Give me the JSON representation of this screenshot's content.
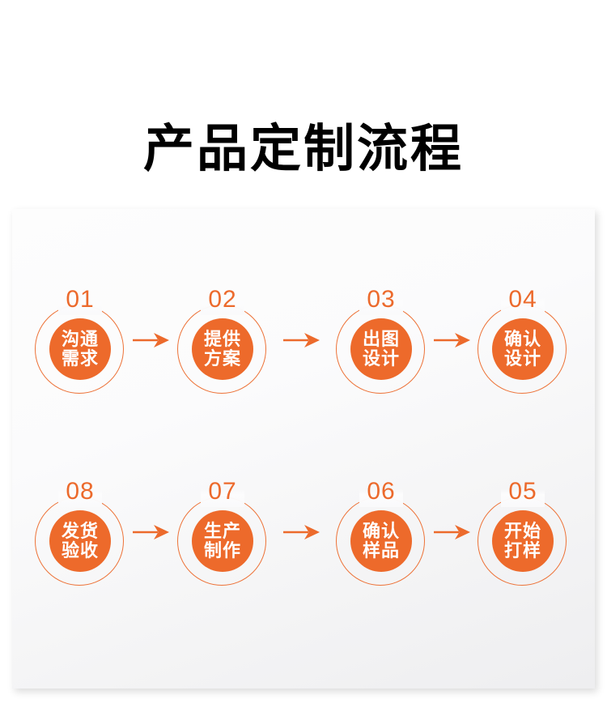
{
  "page": {
    "title": "产品定制流程",
    "background_color": "#ffffff"
  },
  "theme": {
    "accent_color": "#ed6a2b",
    "ring_color": "#ec6a2c",
    "number_color": "#ec6a2c",
    "label_color": "#ffffff",
    "title_color": "#000000",
    "panel_gradient_from": "#fdfdfd",
    "panel_gradient_to": "#eeeef0"
  },
  "flow": {
    "arrow_icon": "arrow-right-icon",
    "rows": [
      {
        "row_name": "flow-row-top",
        "direction": "left-to-right",
        "steps": [
          {
            "number": "01",
            "line1": "沟通",
            "line2": "需求"
          },
          {
            "number": "02",
            "line1": "提供",
            "line2": "方案"
          },
          {
            "number": "03",
            "line1": "出图",
            "line2": "设计"
          },
          {
            "number": "04",
            "line1": "确认",
            "line2": "设计"
          }
        ]
      },
      {
        "row_name": "flow-row-bottom",
        "direction": "right-to-left",
        "steps": [
          {
            "number": "08",
            "line1": "发货",
            "line2": "验收"
          },
          {
            "number": "07",
            "line1": "生产",
            "line2": "制作"
          },
          {
            "number": "06",
            "line1": "确认",
            "line2": "样品"
          },
          {
            "number": "05",
            "line1": "开始",
            "line2": "打样"
          }
        ]
      }
    ],
    "positions_x": [
      99,
      275,
      471,
      646
    ],
    "arrow_positions_x": [
      187,
      373,
      559
    ]
  }
}
